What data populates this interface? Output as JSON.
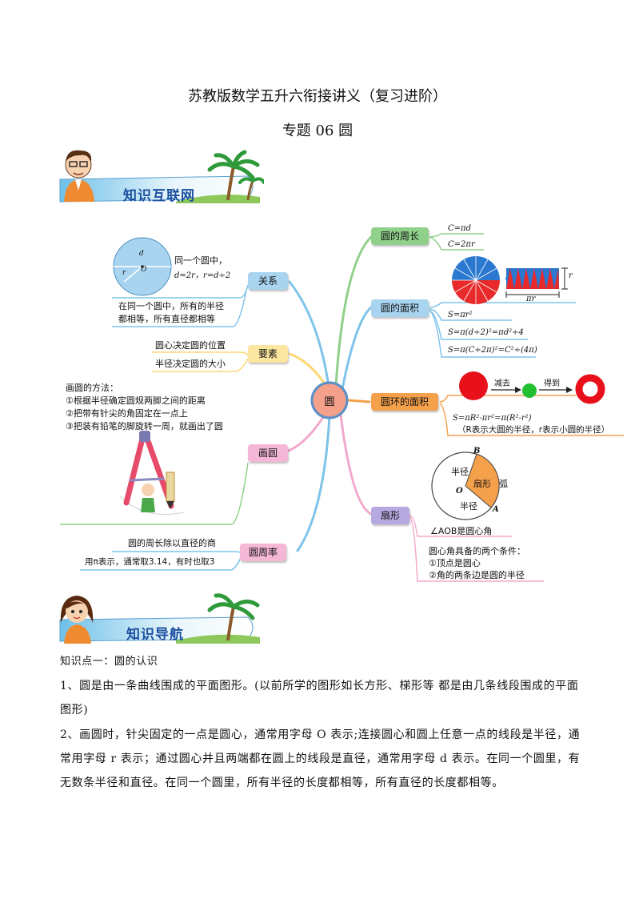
{
  "header": {
    "main_title": "苏教版数学五升六衔接讲义（复习进阶）",
    "sub_title": "专题 06  圆"
  },
  "banners": {
    "mindmap": "知识互联网",
    "navigation": "知识导航"
  },
  "mindmap": {
    "center": "圆",
    "relation": {
      "label": "关系",
      "diagram_d": "d",
      "diagram_o": "O",
      "diagram_r": "r",
      "note_line1": "同一个圆中，",
      "note_line2": "d=2r，r=d÷2",
      "text_line1": "在同一个圆中，所有的半径",
      "text_line2": "都相等，所有直径都相等"
    },
    "elements": {
      "label": "要素",
      "item1": "圆心决定圆的位置",
      "item2": "半径决定圆的大小"
    },
    "drawing": {
      "label": "画圆",
      "line1": "画圆的方法：",
      "line2": "①根据半径确定圆规两脚之间的距离",
      "line3": "②把带有针尖的角固定在一点上",
      "line4": "③把装有铅笔的脚旋转一周，就画出了圆"
    },
    "pi": {
      "label": "圆周率",
      "line1": "圆的周长除以直径的商",
      "line2": "用π表示，通常取3.14，有时也取3"
    },
    "circumference": {
      "label": "圆的周长",
      "f1": "C=πd",
      "f2": "C=2πr"
    },
    "area": {
      "label": "圆的面积",
      "r_label": "r",
      "pir_label": "πr",
      "f1": "S=πr²",
      "f2": "S=π(d÷2)²=πd²÷4",
      "f3": "S=π(C÷2π)²=C²÷(4π)"
    },
    "ring": {
      "label": "圆环的面积",
      "minus": "减去",
      "gets": "得到",
      "formula": "S=πR²-πr²=π(R²-r²)",
      "note": "（R表示大圆的半径，r表示小圆的半径）"
    },
    "sector": {
      "label": "扇形",
      "lbl_radius1": "半径",
      "lbl_radius2": "半径",
      "lbl_sector": "扇形",
      "lbl_arc": "弧",
      "lbl_b": "B",
      "lbl_o": "O",
      "lbl_a": "A",
      "angle": "∠AOB是圆心角",
      "cond_title": "圆心角具备的两个条件：",
      "cond1": "①顶点是圆心",
      "cond2": "②角的两条边是圆的半径"
    }
  },
  "content": {
    "point1": "知识点一：圆的认识",
    "p1": "1、圆是由一条曲线围成的平面图形。(以前所学的图形如长方形、梯形等  都是由几条线段围成的平面图形)",
    "p2": "2、画圆时，针尖固定的一点是圆心，通常用字母 O 表示;连接圆心和圆上任意一点的线段是半径，通常用字母 r 表示；通过圆心并且两端都在圆上的线段是直径，通常用字母 d 表示。在同一个圆里，有无数条半径和直径。在同一个圆里，所有半径的长度都相等，所有直径的长度都相等。"
  },
  "colors": {
    "center_fill": "#f4a08a",
    "center_ring": "#5a8fc8",
    "blue_node": "#a8d4f0",
    "yellow_node": "#fde6a0",
    "pink_node": "#f4b8d6",
    "green_node": "#8fd08a",
    "orange_node": "#f5a04a",
    "purple_node": "#b6a8e0",
    "ring_red": "#e8101a",
    "ring_green": "#22c030"
  }
}
